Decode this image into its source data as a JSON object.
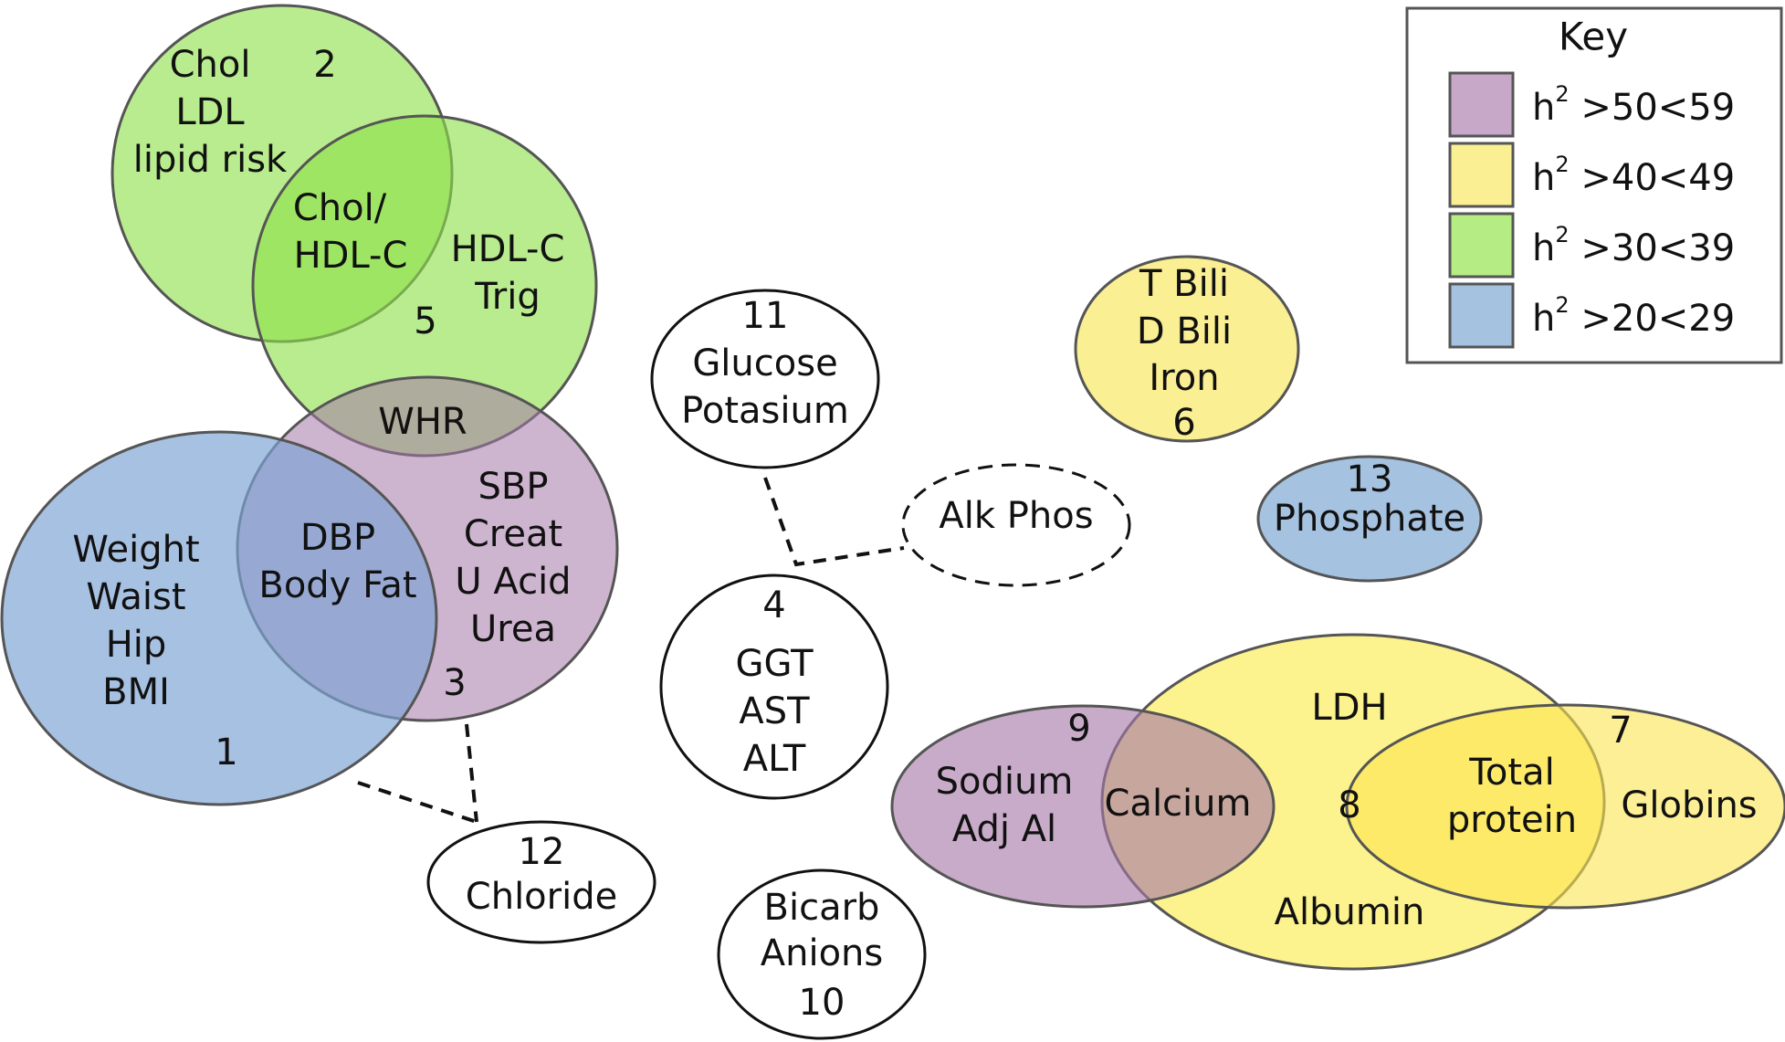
{
  "key": {
    "title": "Key",
    "entries": [
      {
        "symbol": "h",
        "sup": "2",
        "range": " >50<59",
        "color": "#c8a8c8"
      },
      {
        "symbol": "h",
        "sup": "2",
        "range": " >40<49",
        "color": "#fbef93"
      },
      {
        "symbol": "h",
        "sup": "2",
        "range": " >30<39",
        "color": "#b6ec84"
      },
      {
        "symbol": "h",
        "sup": "2",
        "range": " >20<29",
        "color": "#a5c2e0"
      }
    ]
  },
  "clusters": {
    "c1": {
      "number": "1",
      "traits": [
        "Weight",
        "Waist",
        "Hip",
        "BMI"
      ]
    },
    "c2": {
      "number": "2",
      "traits": [
        "Chol",
        "LDL",
        "lipid risk"
      ]
    },
    "c2_5_overlap": {
      "traits": [
        "Chol/",
        "HDL-C"
      ]
    },
    "c5": {
      "number": "5",
      "traits": [
        "HDL-C",
        "Trig"
      ]
    },
    "c3_5_overlap": {
      "traits": [
        "WHR"
      ]
    },
    "c1_3_overlap": {
      "traits": [
        "DBP",
        "Body Fat"
      ]
    },
    "c3": {
      "number": "3",
      "traits": [
        "SBP",
        "Creat",
        "U Acid",
        "Urea"
      ]
    },
    "c11": {
      "number": "11",
      "traits": [
        "Glucose",
        "Potasium"
      ]
    },
    "alk": {
      "traits": [
        "Alk Phos"
      ]
    },
    "c4": {
      "number": "4",
      "traits": [
        "GGT",
        "AST",
        "ALT"
      ]
    },
    "c12": {
      "number": "12",
      "traits": [
        "Chloride"
      ]
    },
    "c10": {
      "number": "10",
      "traits": [
        "Bicarb",
        "Anions"
      ]
    },
    "c6": {
      "number": "6",
      "traits": [
        "T Bili",
        "D Bili",
        "Iron"
      ]
    },
    "c13": {
      "number": "13",
      "traits": [
        "Phosphate"
      ]
    },
    "c9": {
      "number": "9",
      "traits": [
        "Sodium",
        "Adj Al"
      ]
    },
    "c9_8_overlap": {
      "traits": [
        "Calcium"
      ]
    },
    "c8": {
      "number": "8",
      "traits": [
        "LDH",
        "Albumin"
      ]
    },
    "c8_7_overlap": {
      "traits": [
        "Total",
        "protein"
      ]
    },
    "c7": {
      "number": "7",
      "traits": [
        "Globins"
      ]
    }
  }
}
